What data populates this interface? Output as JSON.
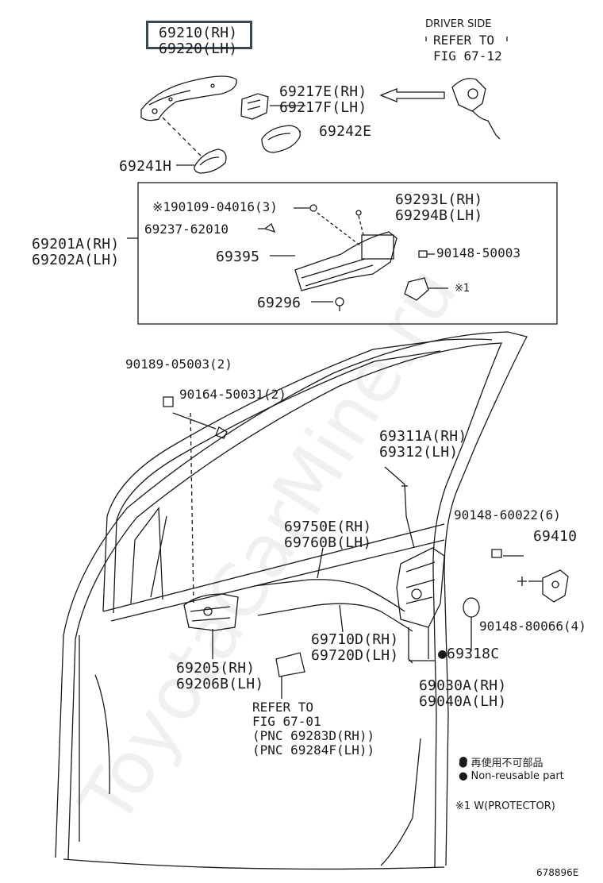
{
  "callouts": {
    "p69210": "69210(RH)",
    "p69220": "69220(LH)",
    "driver_side": "DRIVER SIDE",
    "refer_6712_a": "REFER TO",
    "refer_6712_b": "FIG 67-12",
    "p69217e": "69217E(RH)",
    "p69217f": "69217F(LH)",
    "p69242e": "69242E",
    "p69241h": "69241H",
    "p90109": "※190109-04016(3)",
    "p69237": "69237-62010",
    "p69395": "69395",
    "p69296": "69296",
    "p69293l": "69293L(RH)",
    "p69294b": "69294B(LH)",
    "p90148_50003": "90148-50003",
    "mark1": "※1",
    "p69201a": "69201A(RH)",
    "p69202a": "69202A(LH)",
    "p90189": "90189-05003(2)",
    "p90164": "90164-50031(2)",
    "p69311a": "69311A(RH)",
    "p69312": "69312(LH)",
    "p90148_60022": "90148-60022(6)",
    "p69410": "69410",
    "p69750e": "69750E(RH)",
    "p69760b": "69760B(LH)",
    "p90148_80066": "90148-80066(4)",
    "p69710d": "69710D(RH)",
    "p69720d": "69720D(LH)",
    "p69318c": "●69318C",
    "p69205": "69205(RH)",
    "p69206b": "69206B(LH)",
    "p69030a": "69030A(RH)",
    "p69040a": "69040A(LH)",
    "refer_6701_a": "REFER TO",
    "refer_6701_b": "FIG 67-01",
    "refer_6701_c": "(PNC 69283D(RH))",
    "refer_6701_d": "(PNC 69284F(LH))"
  },
  "legend": {
    "jp": "● 再使用不可部品",
    "en": "● Non-reusable part",
    "protector": "※1 W(PROTECTOR)"
  },
  "diagram_id": "678896E",
  "watermark": "ToyotaCarMine.ru",
  "colors": {
    "line": "#1a1a1a",
    "highlight_border": "#3a4a55",
    "watermark": "#000000"
  }
}
